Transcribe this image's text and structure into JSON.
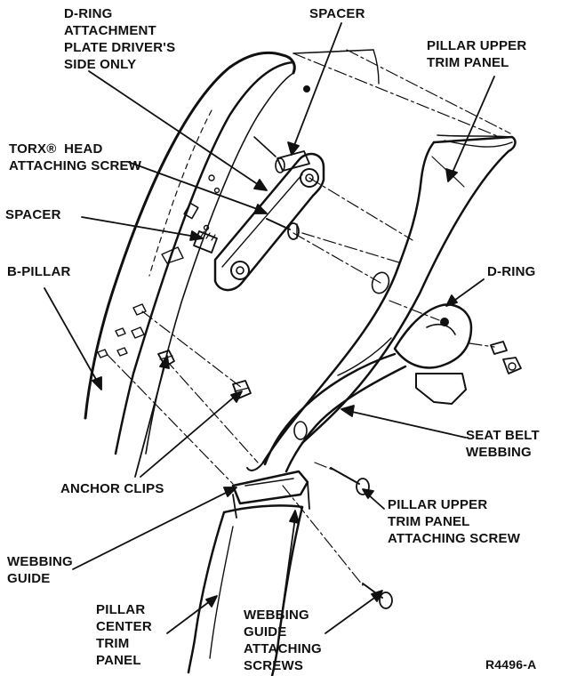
{
  "labels": {
    "d_ring_plate": "D-RING\nATTACHMENT\nPLATE DRIVER'S\nSIDE ONLY",
    "spacer_top": "SPACER",
    "pillar_upper_trim_panel": "PILLAR UPPER\nTRIM PANEL",
    "torx_screw": "TORX®  HEAD\nATTACHING SCREW",
    "spacer_left": "SPACER",
    "b_pillar": "B-PILLAR",
    "d_ring": "D-RING",
    "seat_belt_webbing": "SEAT BELT\nWEBBING",
    "anchor_clips": "ANCHOR CLIPS",
    "pillar_upper_trim_screw": "PILLAR UPPER\nTRIM PANEL\nATTACHING SCREW",
    "webbing_guide": "WEBBING\nGUIDE",
    "pillar_center_trim_panel": "PILLAR\nCENTER\nTRIM\nPANEL",
    "webbing_guide_screws": "WEBBING\nGUIDE\nATTACHING\nSCREWS"
  },
  "figure_id": "R4496-A"
}
